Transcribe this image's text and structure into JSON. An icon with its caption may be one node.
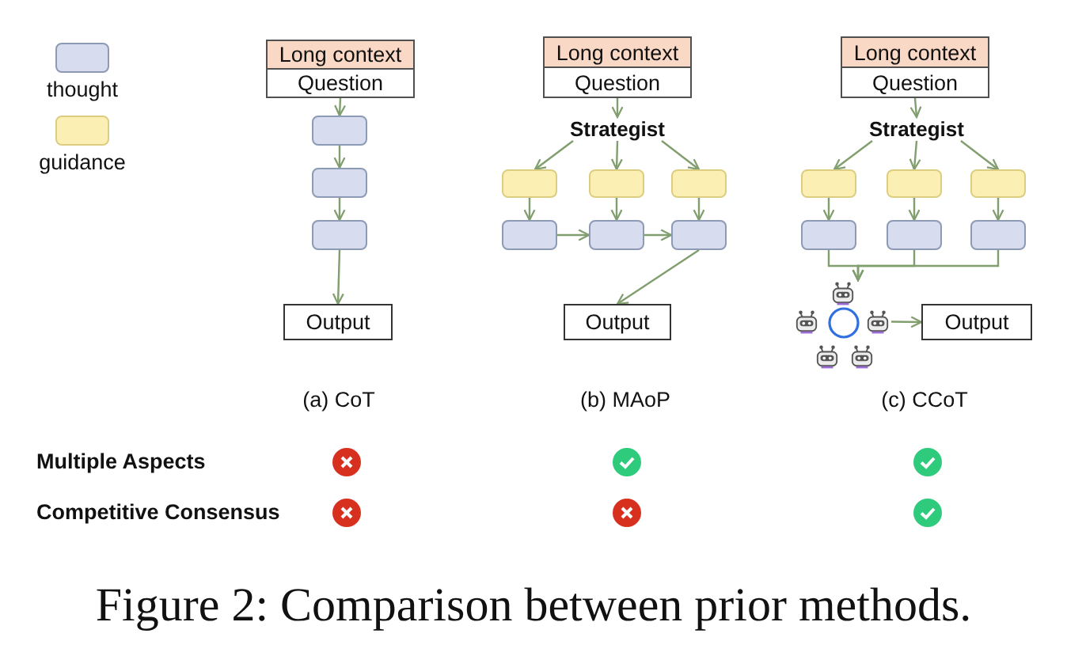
{
  "diagram": {
    "caption": "Figure 2: Comparison between prior methods.",
    "nodes": [
      {
        "text": [
          "Long context",
          "Question"
        ]
      },
      {
        "text": [],
        "shape": "box"
      },
      {
        "text": [],
        "shape": "box"
      },
      {
        "text": [],
        "shape": "box"
      },
      {
        "text": [
          "Output"
        ]
      },
      {
        "text": [
          "Long context",
          "Question"
        ]
      },
      {
        "text": [
          "Strategist"
        ]
      },
      {
        "text": [],
        "shape": "box"
      },
      {
        "text": [],
        "shape": "box"
      },
      {
        "text": [],
        "shape": "box"
      },
      {
        "text": [],
        "shape": "box"
      },
      {
        "text": [],
        "shape": "box"
      },
      {
        "text": [],
        "shape": "box"
      },
      {
        "text": [
          "Output"
        ]
      },
      {
        "text": [
          "Long context",
          "Question"
        ]
      },
      {
        "text": [
          "Strategist"
        ]
      },
      {
        "text": [],
        "shape": "box"
      },
      {
        "text": [],
        "shape": "box"
      },
      {
        "text": [],
        "shape": "box"
      },
      {
        "text": [],
        "shape": "box"
      },
      {
        "text": [],
        "shape": "box"
      },
      {
        "text": [],
        "shape": "box"
      },
      {
        "text": [],
        "shape": "picture"
      },
      {
        "text": [
          "Output"
        ]
      }
    ],
    "edges": [
      {
        "from": 0,
        "to": 1,
        "arrow": "to"
      },
      {
        "from": 1,
        "to": 2,
        "arrow": "to"
      },
      {
        "from": 2,
        "to": 3,
        "arrow": "to"
      },
      {
        "from": 3,
        "to": 4,
        "arrow": "to"
      },
      {
        "from": 5,
        "to": 6,
        "arrow": "to"
      },
      {
        "from": 6,
        "to": 7,
        "arrow": "to"
      },
      {
        "from": 6,
        "to": 8,
        "arrow": "to"
      },
      {
        "from": 6,
        "to": 9,
        "arrow": "to"
      },
      {
        "from": 7,
        "to": 10,
        "arrow": "to"
      },
      {
        "from": 8,
        "to": 11,
        "arrow": "to"
      },
      {
        "from": 9,
        "to": 12,
        "arrow": "to"
      },
      {
        "from": 10,
        "to": 11,
        "arrow": "to"
      },
      {
        "from": 11,
        "to": 12,
        "arrow": "to"
      },
      {
        "from": 12,
        "to": 13,
        "arrow": "to"
      },
      {
        "from": 14,
        "to": 15,
        "arrow": "to"
      },
      {
        "from": 15,
        "to": 16,
        "arrow": "to"
      },
      {
        "from": 15,
        "to": 17,
        "arrow": "to"
      },
      {
        "from": 15,
        "to": 18,
        "arrow": "to"
      },
      {
        "from": 16,
        "to": 19,
        "arrow": "to"
      },
      {
        "from": 17,
        "to": 20,
        "arrow": "to"
      },
      {
        "from": 18,
        "to": 21,
        "arrow": "to"
      },
      {
        "from": 19,
        "to": 22,
        "arrow": "to"
      },
      {
        "from": 20,
        "to": 22,
        "arrow": "to"
      },
      {
        "from": 21,
        "to": 22,
        "arrow": "to"
      },
      {
        "from": 22,
        "to": 23,
        "arrow": "to"
      }
    ],
    "labels": [
      "(a) CoT",
      "(b) MAoP",
      "(c) CCoT",
      "Multiple Aspects",
      "Competitive Consensus"
    ],
    "legend": [
      {
        "text": "thought",
        "color": "#d7ddef"
      },
      {
        "text": "guidance",
        "color": "#fcefb4"
      }
    ]
  }
}
